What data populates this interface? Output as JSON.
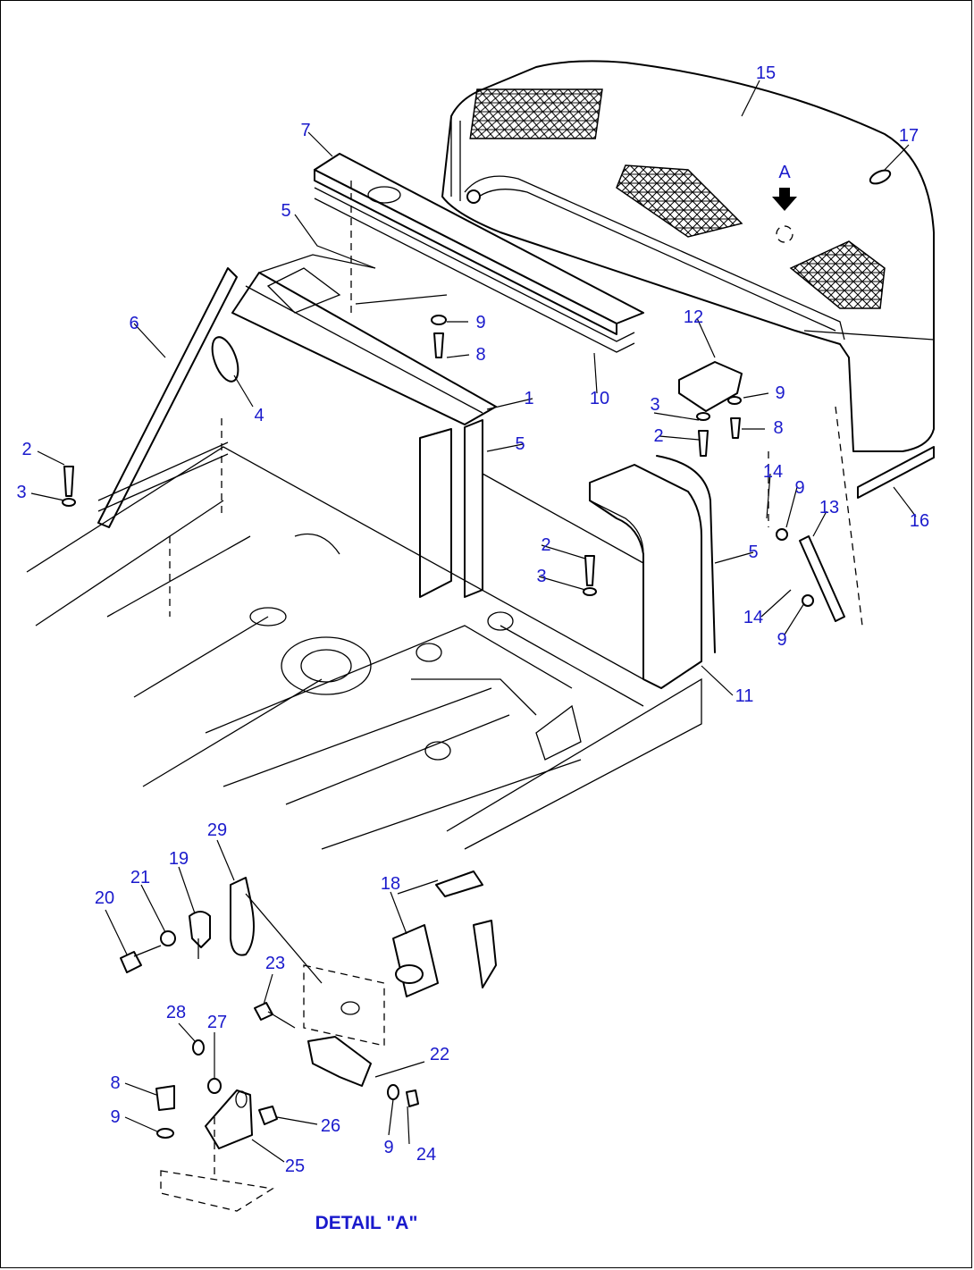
{
  "callouts": [
    {
      "id": "c1",
      "label": "1"
    },
    {
      "id": "c2a",
      "label": "2"
    },
    {
      "id": "c2b",
      "label": "2"
    },
    {
      "id": "c2c",
      "label": "2"
    },
    {
      "id": "c3a",
      "label": "3"
    },
    {
      "id": "c3b",
      "label": "3"
    },
    {
      "id": "c3c",
      "label": "3"
    },
    {
      "id": "c4",
      "label": "4"
    },
    {
      "id": "c5a",
      "label": "5"
    },
    {
      "id": "c5b",
      "label": "5"
    },
    {
      "id": "c5c",
      "label": "5"
    },
    {
      "id": "c6",
      "label": "6"
    },
    {
      "id": "c7",
      "label": "7"
    },
    {
      "id": "c8a",
      "label": "8"
    },
    {
      "id": "c8b",
      "label": "8"
    },
    {
      "id": "c8c",
      "label": "8"
    },
    {
      "id": "c9a",
      "label": "9"
    },
    {
      "id": "c9b",
      "label": "9"
    },
    {
      "id": "c9c",
      "label": "9"
    },
    {
      "id": "c9d",
      "label": "9"
    },
    {
      "id": "c9e",
      "label": "9"
    },
    {
      "id": "c9f",
      "label": "9"
    },
    {
      "id": "c10",
      "label": "10"
    },
    {
      "id": "c11",
      "label": "11"
    },
    {
      "id": "c12",
      "label": "12"
    },
    {
      "id": "c13",
      "label": "13"
    },
    {
      "id": "c14a",
      "label": "14"
    },
    {
      "id": "c14b",
      "label": "14"
    },
    {
      "id": "c15",
      "label": "15"
    },
    {
      "id": "c16",
      "label": "16"
    },
    {
      "id": "c17",
      "label": "17"
    },
    {
      "id": "cA",
      "label": "A"
    },
    {
      "id": "c18",
      "label": "18"
    },
    {
      "id": "c19",
      "label": "19"
    },
    {
      "id": "c20",
      "label": "20"
    },
    {
      "id": "c21",
      "label": "21"
    },
    {
      "id": "c22",
      "label": "22"
    },
    {
      "id": "c23",
      "label": "23"
    },
    {
      "id": "c24",
      "label": "24"
    },
    {
      "id": "c25",
      "label": "25"
    },
    {
      "id": "c26",
      "label": "26"
    },
    {
      "id": "c27",
      "label": "27"
    },
    {
      "id": "c28",
      "label": "28"
    },
    {
      "id": "c29",
      "label": "29"
    }
  ],
  "detail_caption": "DETAIL \"A\"",
  "colors": {
    "label": "#1a1acc",
    "line": "#000000"
  }
}
